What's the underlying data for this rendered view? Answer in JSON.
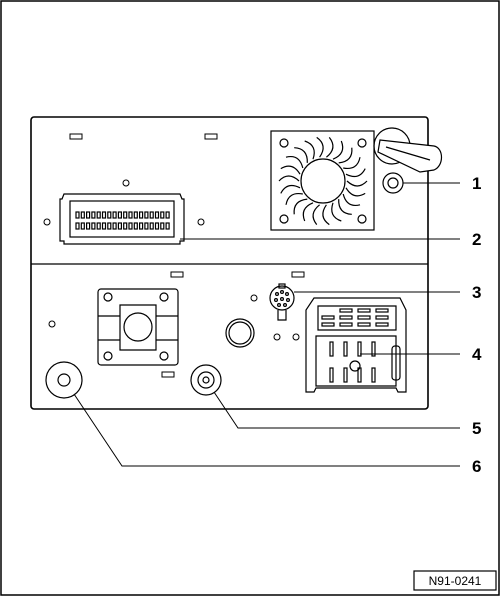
{
  "callouts": [
    {
      "id": "1",
      "text": "1"
    },
    {
      "id": "2",
      "text": "2"
    },
    {
      "id": "3",
      "text": "3"
    },
    {
      "id": "4",
      "text": "4"
    },
    {
      "id": "5",
      "text": "5"
    },
    {
      "id": "6",
      "text": "6"
    }
  ],
  "figure_ref": "N91-0241",
  "colors": {
    "line": "#000000",
    "background": "#ffffff"
  }
}
